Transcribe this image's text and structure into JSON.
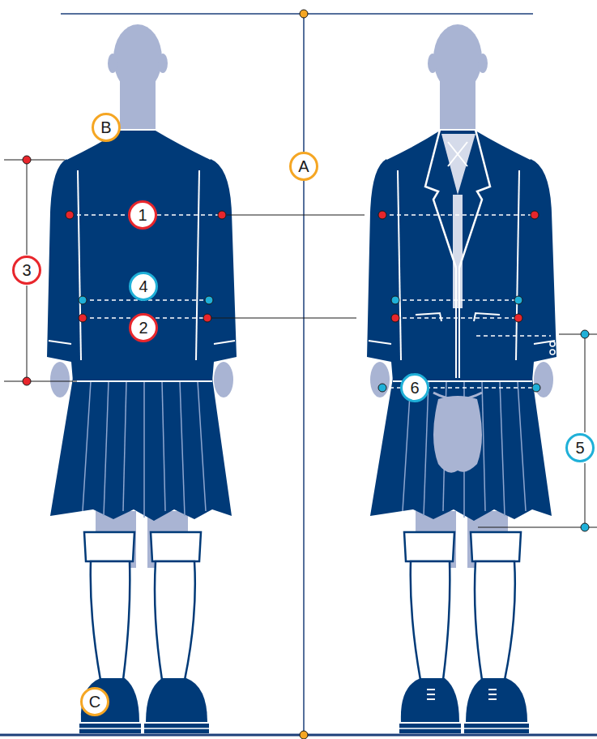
{
  "diagram": {
    "nodes": [
      {
        "text": [
          "B"
        ]
      },
      {
        "text": [
          "A"
        ]
      },
      {
        "text": [
          "1"
        ]
      },
      {
        "text": [
          "3"
        ]
      },
      {
        "text": [
          "4"
        ]
      },
      {
        "text": [
          "2"
        ]
      },
      {
        "text": [
          "6"
        ]
      },
      {
        "text": [
          "5"
        ]
      },
      {
        "text": [
          "C"
        ]
      }
    ]
  }
}
